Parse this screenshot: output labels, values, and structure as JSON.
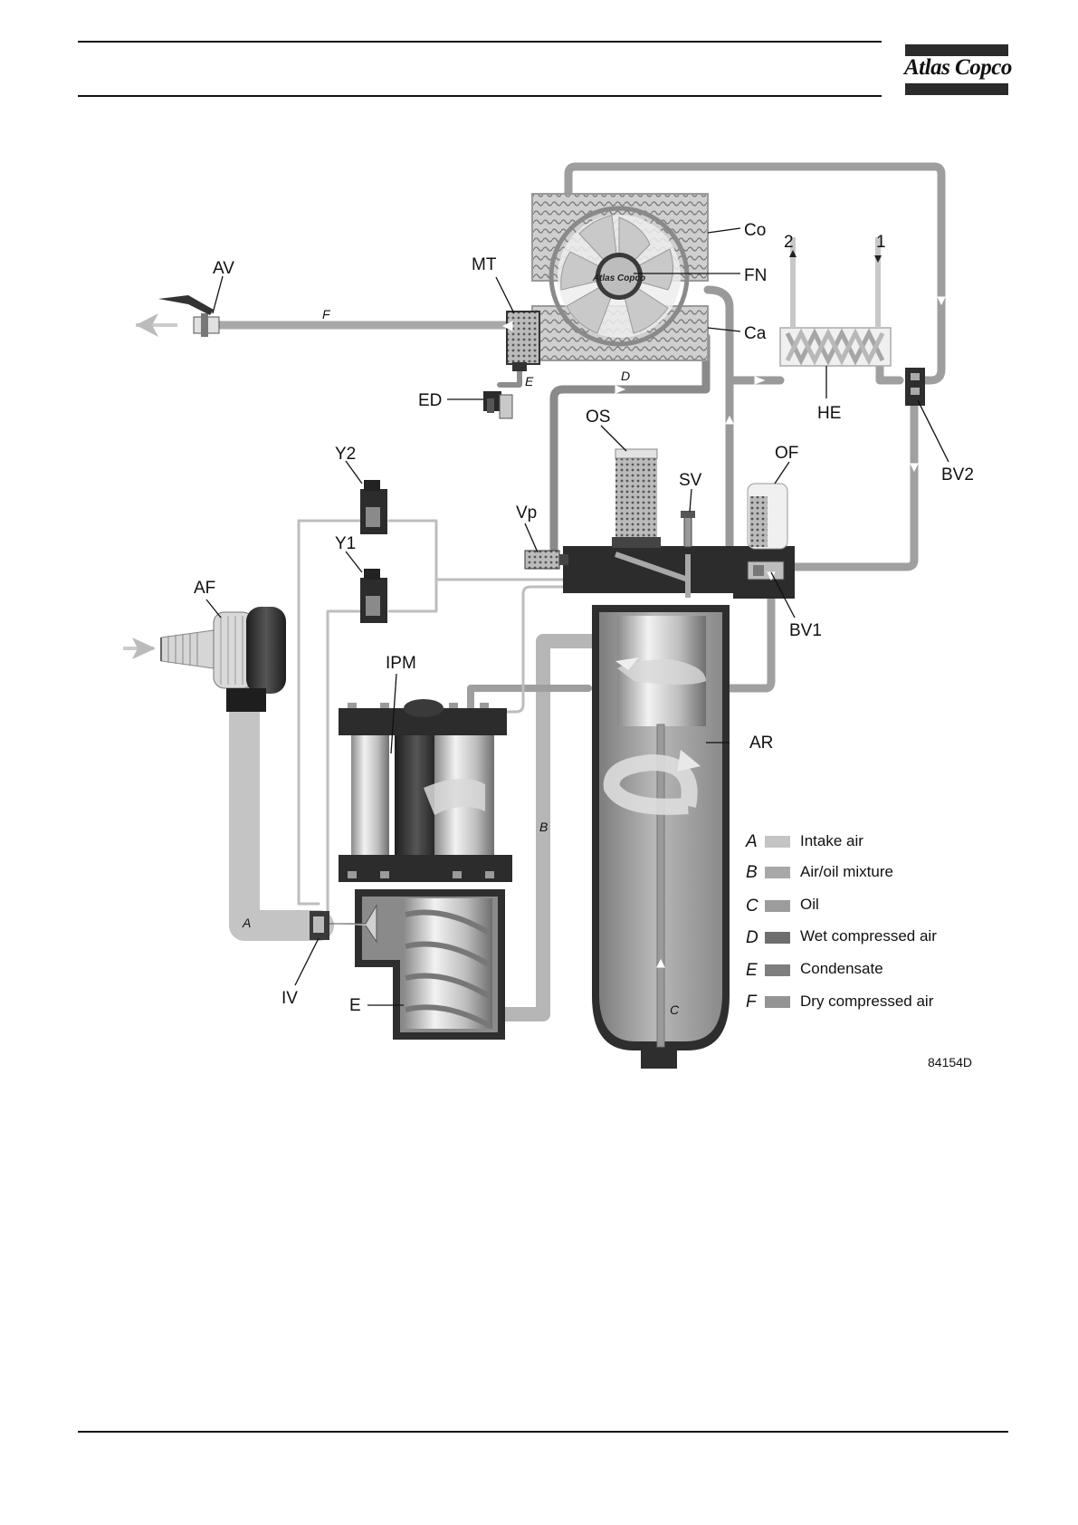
{
  "header": {
    "logo_text": "Atlas Copco",
    "fan_logo_text": "Atlas Copco"
  },
  "diagram": {
    "labels": {
      "Co": "Co",
      "FN": "FN",
      "Ca": "Ca",
      "MT": "MT",
      "AV": "AV",
      "ED": "ED",
      "HE": "HE",
      "BV2": "BV2",
      "OS": "OS",
      "OF": "OF",
      "SV": "SV",
      "Vp": "Vp",
      "Y2": "Y2",
      "Y1": "Y1",
      "AF": "AF",
      "BV1": "BV1",
      "IPM": "IPM",
      "AR": "AR",
      "IV": "IV",
      "E": "E",
      "port1": "1",
      "port2": "2"
    },
    "flow_markers": {
      "A": "A",
      "B": "B",
      "C": "C",
      "D": "D",
      "E": "E",
      "F": "F"
    },
    "figure_number": "84154D",
    "colors": {
      "intake_air": "#c4c4c4",
      "air_oil_mixture": "#a8a8a8",
      "oil": "#9c9c9c",
      "wet_compressed_air": "#6e6e6e",
      "condensate": "#7e7e7e",
      "dry_compressed_air": "#949494"
    }
  },
  "legend": [
    {
      "letter": "A",
      "text": "Intake air",
      "color": "#c4c4c4"
    },
    {
      "letter": "B",
      "text": "Air/oil mixture",
      "color": "#a8a8a8"
    },
    {
      "letter": "C",
      "text": "Oil",
      "color": "#9c9c9c"
    },
    {
      "letter": "D",
      "text": "Wet compressed air",
      "color": "#6e6e6e"
    },
    {
      "letter": "E",
      "text": "Condensate",
      "color": "#7e7e7e"
    },
    {
      "letter": "F",
      "text": "Dry compressed air",
      "color": "#949494"
    }
  ]
}
